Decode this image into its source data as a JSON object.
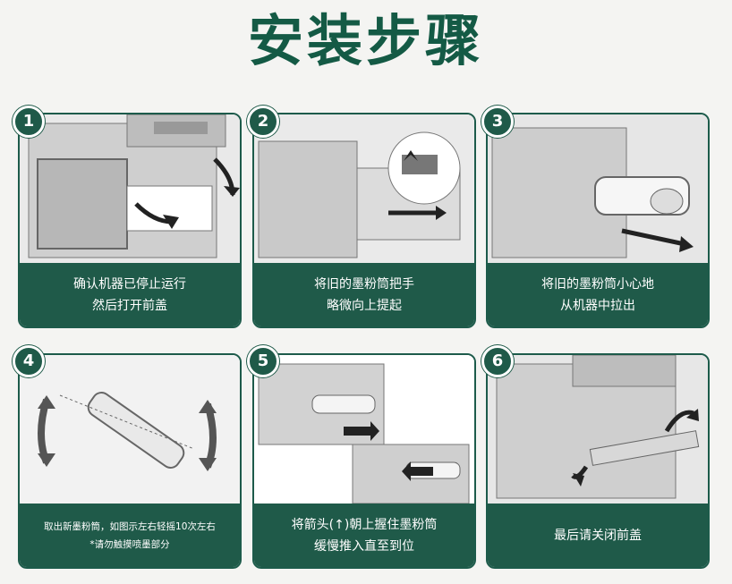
{
  "title": "安装步骤",
  "steps": [
    {
      "number": "1",
      "lines": [
        "确认机器已停止运行",
        "然后打开前盖"
      ]
    },
    {
      "number": "2",
      "lines": [
        "将旧的墨粉筒把手",
        "略微向上提起"
      ]
    },
    {
      "number": "3",
      "lines": [
        "将旧的墨粉筒小心地",
        "从机器中拉出"
      ]
    },
    {
      "number": "4",
      "lines": [
        "取出新墨粉筒，如图示左右轻摇10次左右",
        "*请勿触摸喷墨部分"
      ]
    },
    {
      "number": "5",
      "lines": [
        "将箭头(↑)朝上握住墨粉筒",
        "缓慢推入直至到位"
      ]
    },
    {
      "number": "6",
      "lines": [
        "最后请关闭前盖"
      ]
    }
  ],
  "colors": {
    "brand": "#1f5a49",
    "title": "#145a45"
  },
  "icons": [
    "printer-illustration",
    "arrow-icon",
    "hand-icon",
    "toner-cartridge-icon"
  ]
}
